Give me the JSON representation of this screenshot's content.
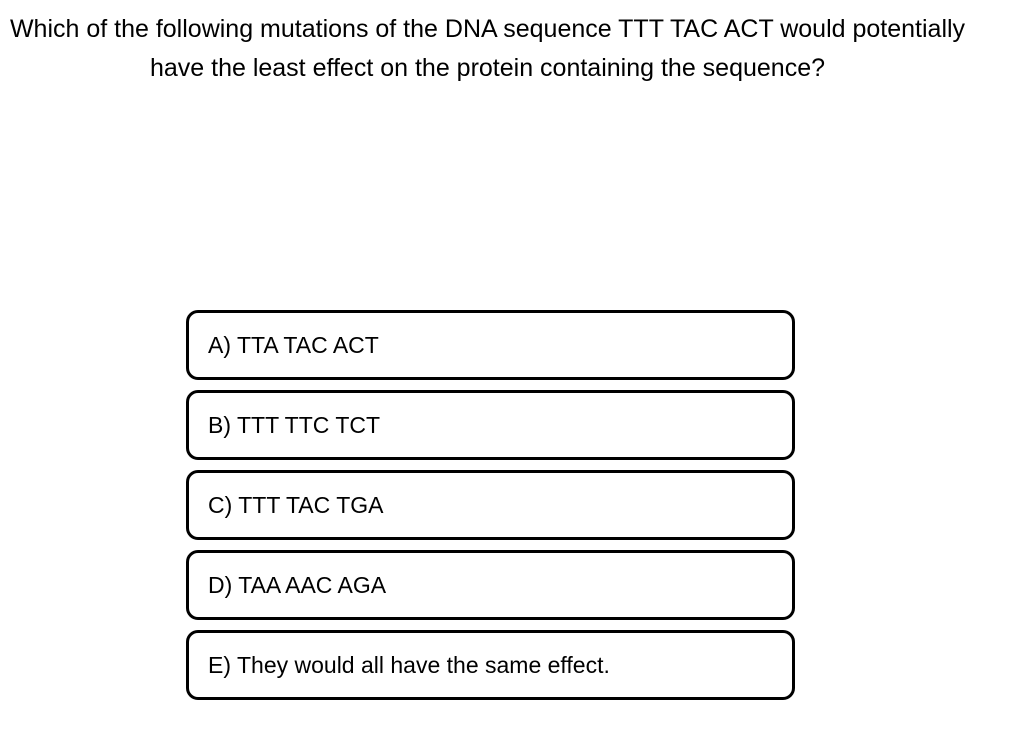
{
  "page": {
    "background_color": "#ffffff",
    "text_color": "#000000",
    "option_border_color": "#000000",
    "option_fill_color": "#ffffff"
  },
  "question": {
    "text": "Which of the following mutations of the DNA sequence TTT TAC ACT would potentially have the least effect on the protein containing the sequence?"
  },
  "options": [
    {
      "id": "A",
      "label": "A) TTA TAC ACT"
    },
    {
      "id": "B",
      "label": "B) TTT TTC TCT"
    },
    {
      "id": "C",
      "label": "C) TTT TAC TGA"
    },
    {
      "id": "D",
      "label": "D) TAA AAC AGA"
    },
    {
      "id": "E",
      "label": "E) They would all have the same effect."
    }
  ]
}
